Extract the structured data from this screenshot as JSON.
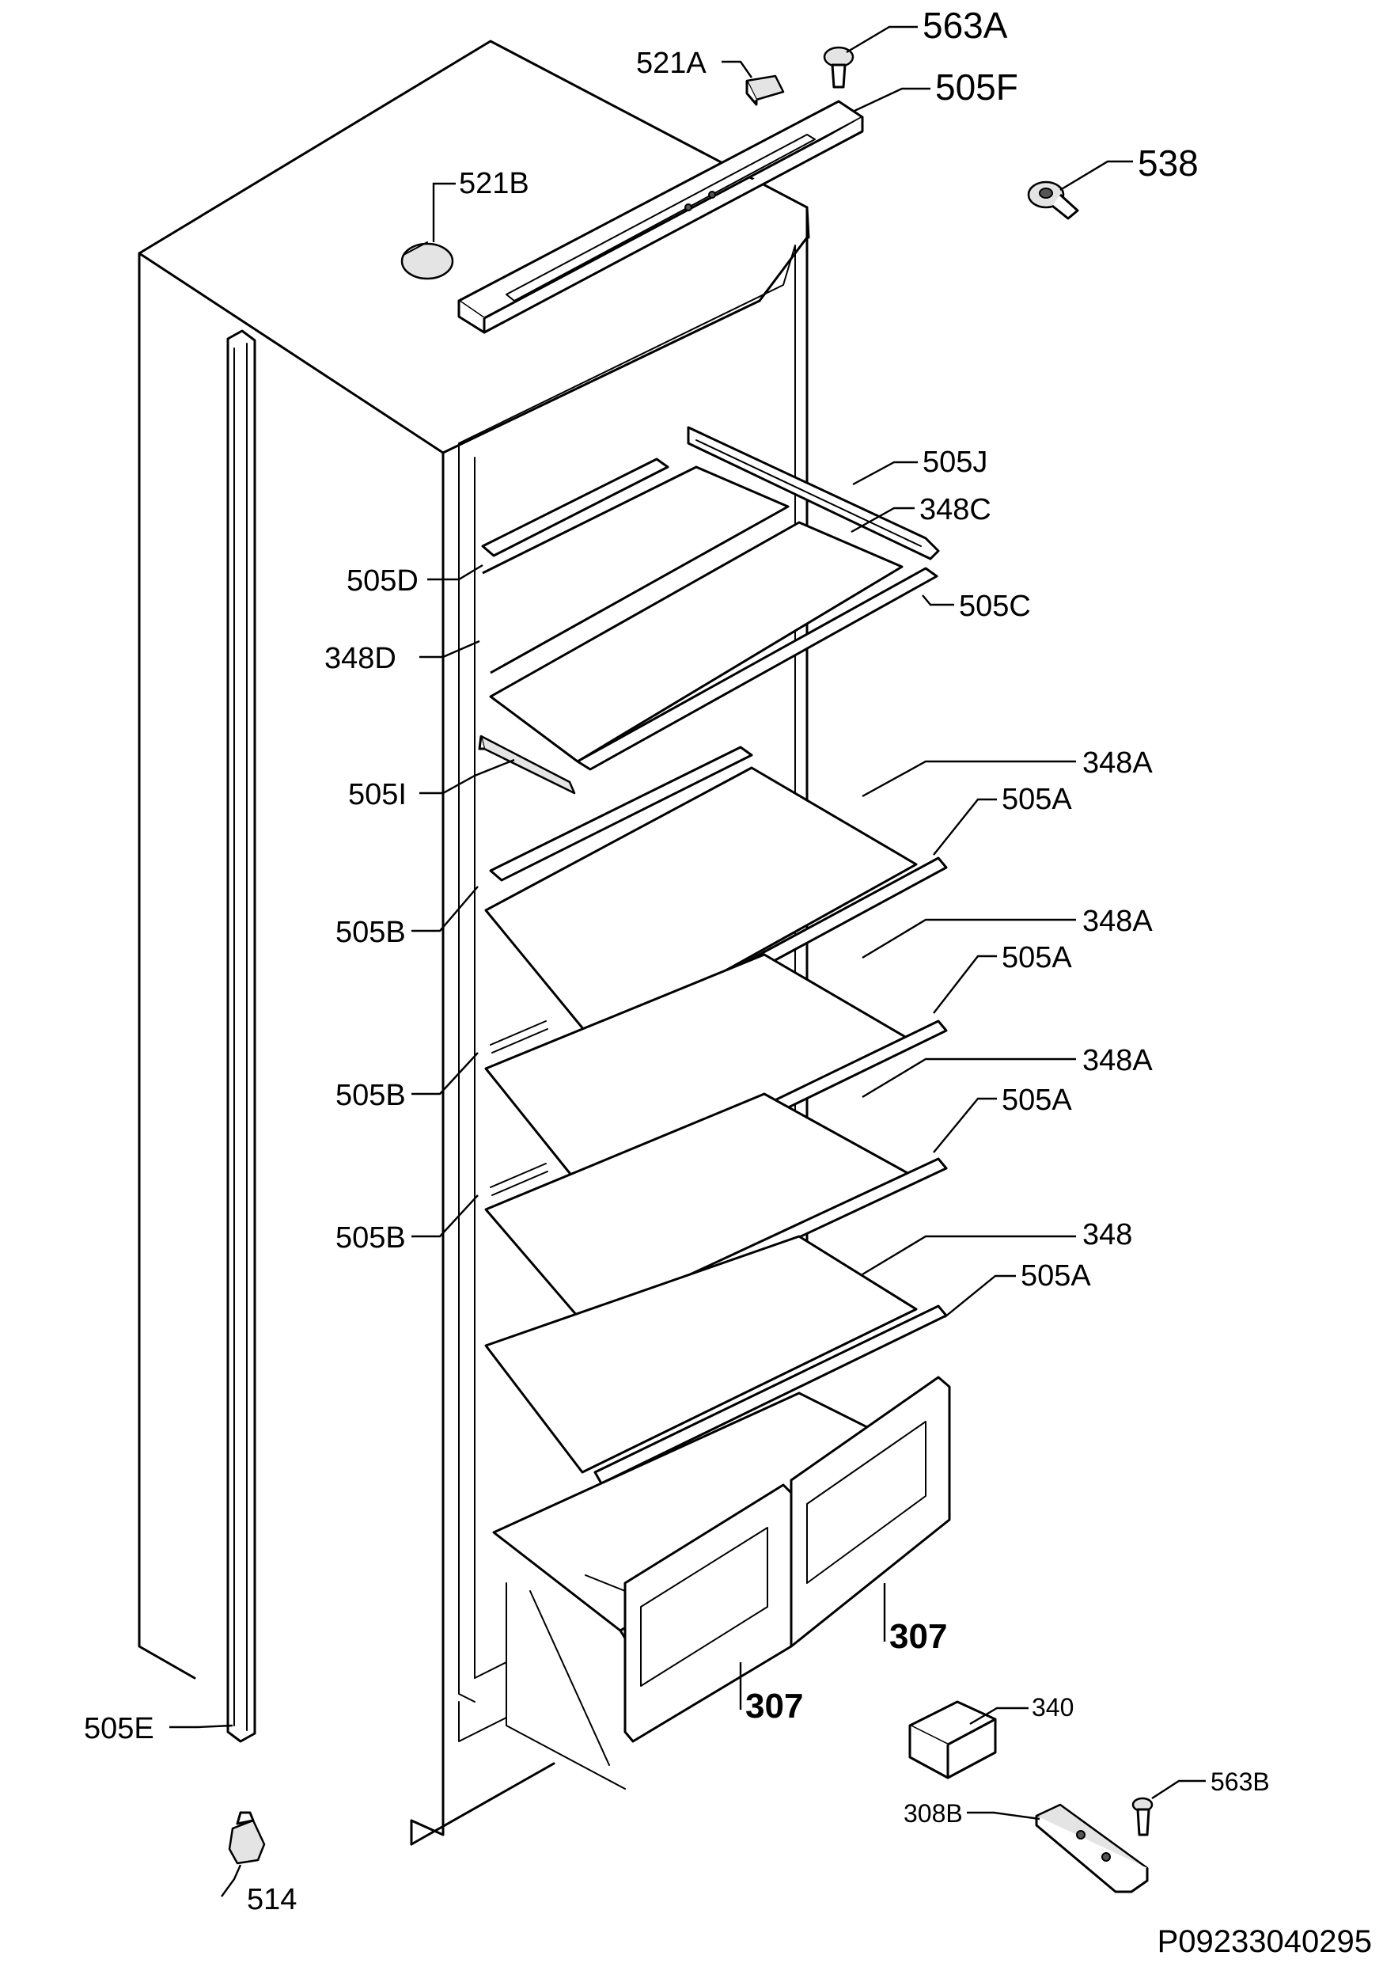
{
  "labels": {
    "l563A": "563A",
    "l521A": "521A",
    "l505F": "505F",
    "l521B": "521B",
    "l538": "538",
    "l505J": "505J",
    "l348C": "348C",
    "l505D": "505D",
    "l505C": "505C",
    "l348D": "348D",
    "l505I": "505I",
    "l348A_1": "348A",
    "l505A_1": "505A",
    "l505B_1": "505B",
    "l348A_2": "348A",
    "l505A_2": "505A",
    "l505B_2": "505B",
    "l348A_3": "348A",
    "l505A_3": "505A",
    "l505B_3": "505B",
    "l348": "348",
    "l505A_4": "505A",
    "l307_right": "307",
    "l307_left": "307",
    "l340": "340",
    "l505E": "505E",
    "l563B": "563B",
    "l308B": "308B",
    "l514": "514"
  },
  "footer": {
    "code": "P09233040295"
  }
}
